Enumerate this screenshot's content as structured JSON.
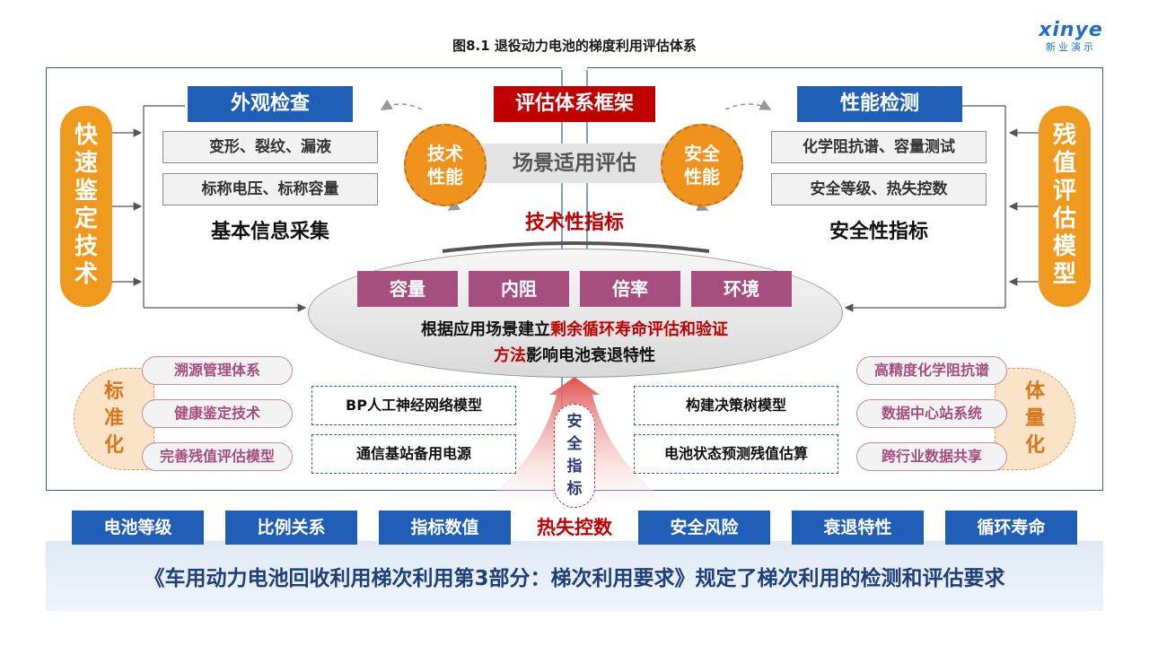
{
  "title": "图8.1 退役动力电池的梯度利用评估体系",
  "logo": {
    "main": "xinye",
    "sub": "新业演示"
  },
  "left_header": "外观检查",
  "left_items": [
    "变形、裂纹、漏液",
    "标称电压、标称容量"
  ],
  "left_label": "基本信息采集",
  "center_header": "评估体系框架",
  "scene": "场景适用评估",
  "tech_circle": [
    "技术",
    "性能"
  ],
  "safe_circle": [
    "安全",
    "性能"
  ],
  "tech_index": "技术性指标",
  "right_header": "性能检测",
  "right_items": [
    "化学阻抗谱、容量测试",
    "安全等级、热失控数"
  ],
  "right_label": "安全性指标",
  "left_pill": [
    "快",
    "速",
    "鉴",
    "定",
    "技",
    "术"
  ],
  "right_pill": [
    "残",
    "值",
    "评",
    "估",
    "模",
    "型"
  ],
  "metrics": [
    "容量",
    "内阻",
    "倍率",
    "环境"
  ],
  "ellipse": {
    "line1_a": "根据应用场景建立",
    "line1_b": "剩余循环寿命评估和验证",
    "line2_a": "方法",
    "line2_b": "影响电池衰退特性"
  },
  "std_label": [
    "标",
    "准",
    "化"
  ],
  "std_items": [
    "溯源管理体系",
    "健康鉴定技术",
    "完善残值评估模型"
  ],
  "vol_label": [
    "体",
    "量",
    "化"
  ],
  "vol_items": [
    "高精度化学阻抗谱",
    "数据中心站系统",
    "跨行业数据共享"
  ],
  "mid_left_boxes": [
    "BP人工神经网络模型",
    "通信基站备用电源"
  ],
  "mid_right_boxes": [
    "构建决策树模型",
    "电池状态预测残值估算"
  ],
  "safety_oval": [
    "安",
    "全",
    "指",
    "标"
  ],
  "bottom_buttons": [
    "电池等级",
    "比例关系",
    "指标数值",
    "安全风险",
    "衰退特性",
    "循环寿命"
  ],
  "heat_label": "热失控数",
  "bottom_text": "《车用动力电池回收利用梯次利用第3部分：梯次利用要求》规定了梯次利用的检测和评估要求",
  "colors": {
    "blue": "#1f5fb8",
    "red": "#c00000",
    "orange": "#ef9a1e",
    "purple": "#a64e7e"
  }
}
